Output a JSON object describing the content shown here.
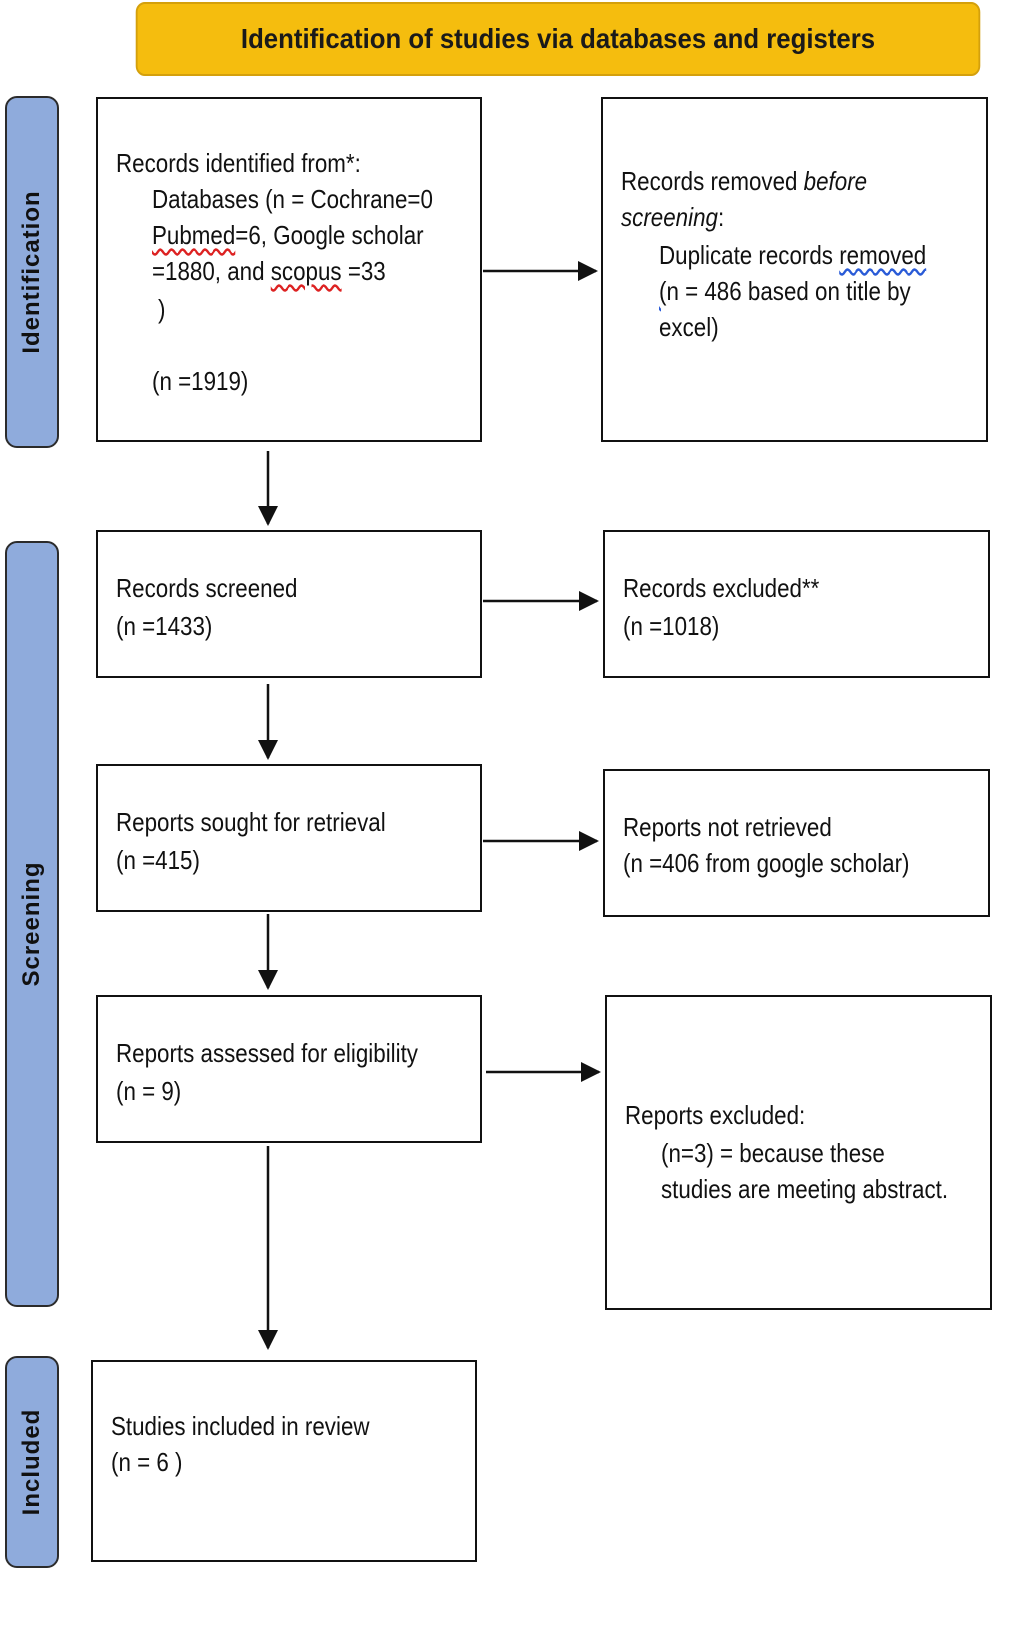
{
  "header": {
    "title": "Identification of studies via databases and registers"
  },
  "phases": {
    "identification": "Identification",
    "screening": "Screening",
    "included": "Included"
  },
  "boxes": {
    "records_identified": {
      "line1": "Records identified from*:",
      "line2": "Databases (n = Cochrane=0",
      "line3a": "Pubmed",
      "line3b": "=6, Google scholar",
      "line4a": "=1880, and ",
      "line4b": "scopus",
      "line4c": " =33",
      "line5": ")",
      "count": "(n =1919)"
    },
    "records_removed": {
      "line1a": "Records removed ",
      "line1b": "before",
      "line2": "screening",
      "line2b": ":",
      "line3a": "Duplicate records ",
      "line3b": "removed",
      "line4a": "(",
      "line4b": "n = 486 based on title by",
      "line5": "excel)"
    },
    "records_screened": {
      "line1": "Records screened",
      "count": "(n =1433)"
    },
    "records_excluded": {
      "line1": "Records excluded**",
      "count": "(n =1018)"
    },
    "reports_sought": {
      "line1": "Reports sought for retrieval",
      "count": "(n =415)"
    },
    "reports_not_retrieved": {
      "line1": "Reports not retrieved",
      "count": "(n =406 from google scholar)"
    },
    "reports_assessed": {
      "line1": "Reports assessed for eligibility",
      "count": "(n = 9)"
    },
    "reports_excluded": {
      "line1": "Reports excluded:",
      "line2": "(n=3) = because these",
      "line3": "studies are meeting abstract."
    },
    "studies_included": {
      "line1": "Studies included in review",
      "count": "(n = 6 )"
    }
  },
  "colors": {
    "header_fill": "#f5bd0e",
    "phase_fill": "#8fabdc",
    "border": "#111111"
  }
}
